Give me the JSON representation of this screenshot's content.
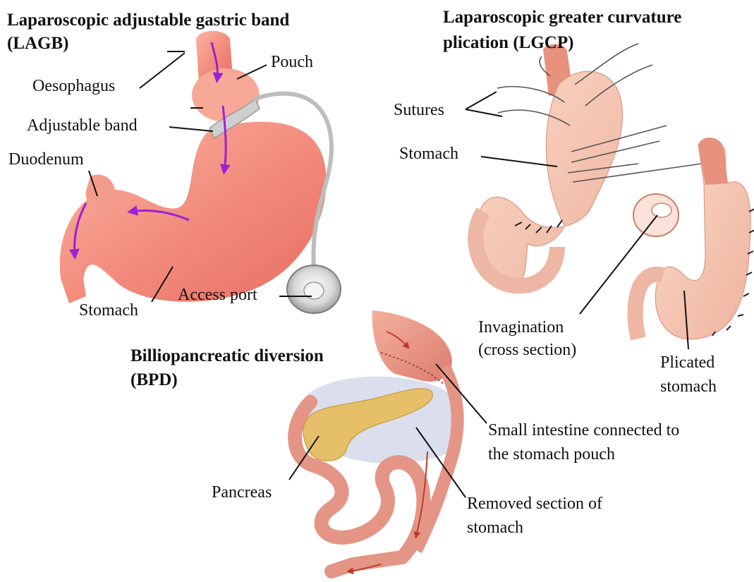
{
  "colors": {
    "stomach": "#f2897a",
    "stomach_light": "#fbc3b3",
    "intestine": "#e9988a",
    "plication_tissue": "#f4c4b0",
    "pancreas": "#e6c068",
    "flow_arrow": "#9a22d6",
    "band": "#c9c9c9",
    "label_line": "#111111"
  },
  "panels": {
    "lagb": {
      "title_line1": "Laparoscopic adjustable gastric band",
      "title_line2": "(LAGB)",
      "labels": {
        "oesophagus": "Oesophagus",
        "pouch": "Pouch",
        "adjustable_band": "Adjustable band",
        "duodenum": "Duodenum",
        "stomach": "Stomach",
        "access_port": "Access port"
      }
    },
    "lgcp": {
      "title_line1": "Laparoscopic greater curvature",
      "title_line2": "plication (LGCP)",
      "labels": {
        "sutures": "Sutures",
        "stomach": "Stomach",
        "invagination_line1": "Invagination",
        "invagination_line2": "(cross section)",
        "plicated_line1": "Plicated",
        "plicated_line2": "stomach"
      }
    },
    "bpd": {
      "title_line1": "Billiopancreatic diversion",
      "title_line2": "(BPD)",
      "labels": {
        "pancreas": "Pancreas",
        "small_intestine_line1": "Small intestine connected to",
        "small_intestine_line2": "the stomach pouch",
        "removed_line1": "Removed section of",
        "removed_line2": "stomach"
      }
    }
  }
}
